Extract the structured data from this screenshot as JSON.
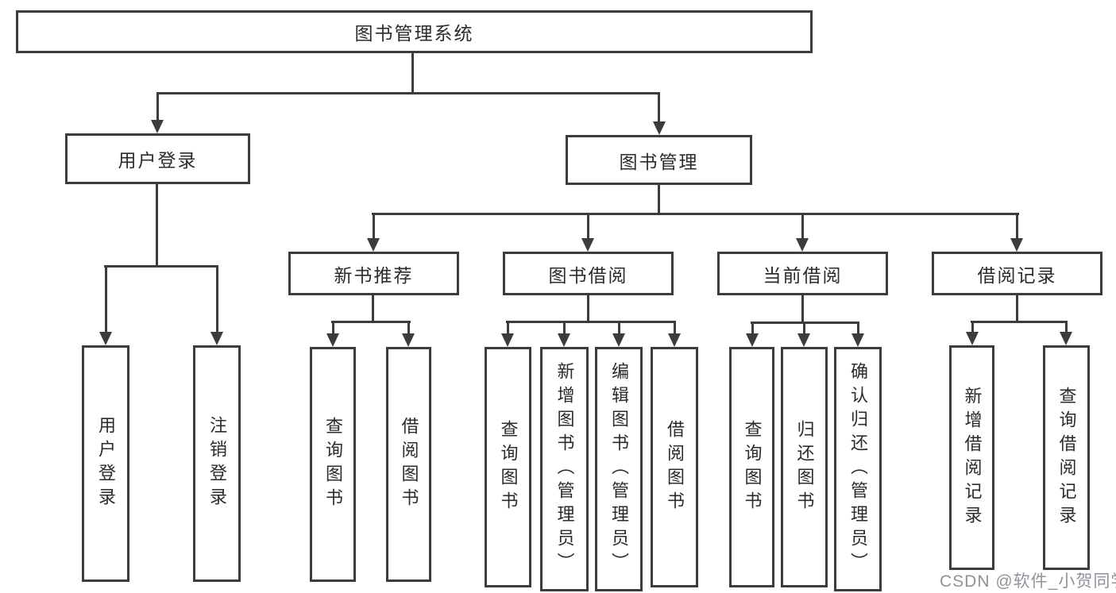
{
  "diagram": {
    "root": "图书管理系统",
    "level2": {
      "user_login": "用户登录",
      "book_mgmt": "图书管理"
    },
    "level3": {
      "new_books": "新书推荐",
      "book_borrow": "图书借阅",
      "current_borrow": "当前借阅",
      "borrow_records": "借阅记录"
    },
    "leaves": {
      "user_login": [
        "用户登录",
        "注销登录"
      ],
      "new_books": [
        "查询图书",
        "借阅图书"
      ],
      "book_borrow": [
        "查询图书",
        "新增图书（管理员）",
        "编辑图书（管理员）",
        "借阅图书"
      ],
      "current_borrow": [
        "查询图书",
        "归还图书",
        "确认归还（管理员）"
      ],
      "borrow_records": [
        "新增借阅记录",
        "查询借阅记录"
      ]
    }
  },
  "watermark": "CSDN @软件_小贺同学",
  "colors": {
    "line": "#3c3c3e",
    "text": "#2b2b2d",
    "watermark": "#8f9399",
    "background": "#ffffff"
  }
}
